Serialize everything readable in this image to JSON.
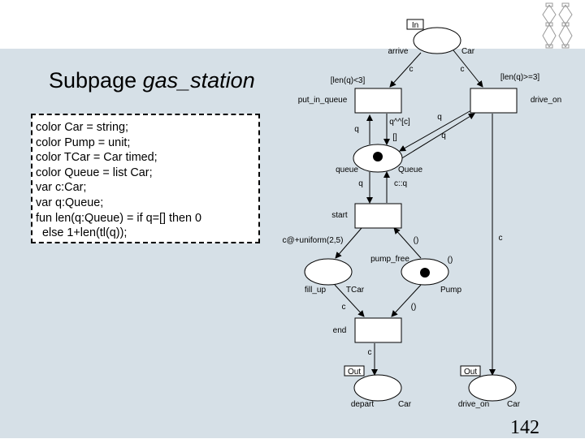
{
  "slide": {
    "title_prefix": "Subpage ",
    "title_italic": "gas_station",
    "page_number": "142"
  },
  "declarations": [
    "color Car = string;",
    "color Pump = unit;",
    "color TCar = Car timed;",
    "color Queue = list Car;",
    "var c:Car;",
    "var q:Queue;",
    "fun len(q:Queue) = if q=[] then 0",
    "  else 1+len(tl(q));"
  ],
  "net": {
    "places": {
      "arrive": {
        "name": "arrive",
        "type": "Car",
        "port": "In"
      },
      "queue": {
        "name": "queue",
        "type": "Queue"
      },
      "fill_up": {
        "name": "fill_up",
        "type": "TCar"
      },
      "pump_free": {
        "name": "pump_free",
        "type": "Pump"
      },
      "depart": {
        "name": "depart",
        "type": "Car",
        "port": "Out"
      },
      "drive_on": {
        "name": "drive_on",
        "type": "Car",
        "port": "Out"
      }
    },
    "transitions": {
      "put_in_queue": {
        "name": "put_in_queue",
        "guard": "[len(q)<3]"
      },
      "drive_on": {
        "name": "drive_on",
        "guard": "[len(q)>=3]"
      },
      "start": {
        "name": "start"
      },
      "end": {
        "name": "end"
      }
    },
    "arc_labels": {
      "arrive_to_put": "c",
      "arrive_to_drive": "c",
      "queue_to_put": "q",
      "put_to_queue_1": "q^^[c]",
      "put_to_queue_2": "[]",
      "drive_to_queue": "q",
      "queue_to_drive": "q",
      "queue_to_start": "q",
      "start_to_queue": "c::q",
      "start_to_fill": "c@+uniform(2,5)",
      "pump_to_start": "()",
      "end_to_pump": "()",
      "fill_to_end": "c",
      "pump_to_end": "()",
      "end_to_depart": "c",
      "drive_to_driveon": "c"
    }
  }
}
